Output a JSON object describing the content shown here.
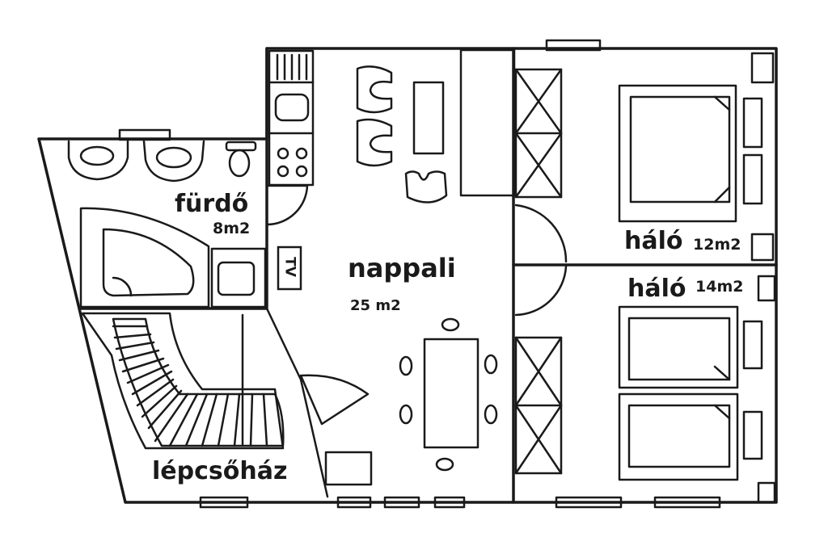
{
  "rooms": {
    "bathroom": {
      "name": "fürdő",
      "area": "8m2"
    },
    "living": {
      "name": "nappali",
      "area": "25 m2"
    },
    "bedroom_top": {
      "name": "háló",
      "area": "12m2"
    },
    "bedroom_bottom": {
      "name": "háló",
      "area": "14m2"
    },
    "stairwell": {
      "name": "lépcsőház"
    }
  },
  "fixtures": {
    "tv_label": "TV"
  },
  "colors": {
    "ink": "#1a1a1a",
    "paper": "#ffffff"
  }
}
